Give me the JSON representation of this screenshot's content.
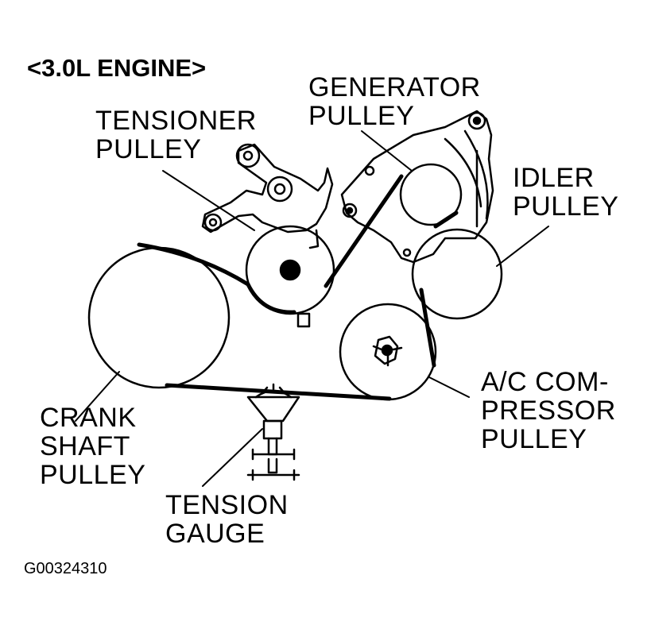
{
  "title": "<3.0L ENGINE>",
  "figure_code": "G00324310",
  "labels": {
    "generator": [
      "GENERATOR",
      "PULLEY"
    ],
    "tensioner": [
      "TENSIONER",
      "PULLEY"
    ],
    "idler": [
      "IDLER",
      "PULLEY"
    ],
    "crankshaft": [
      "CRANK",
      "SHAFT",
      "PULLEY"
    ],
    "ac_compressor": [
      "A/C COM-",
      "PRESSOR",
      "PULLEY"
    ],
    "tension_gauge": [
      "TENSION",
      "GAUGE"
    ]
  }
}
